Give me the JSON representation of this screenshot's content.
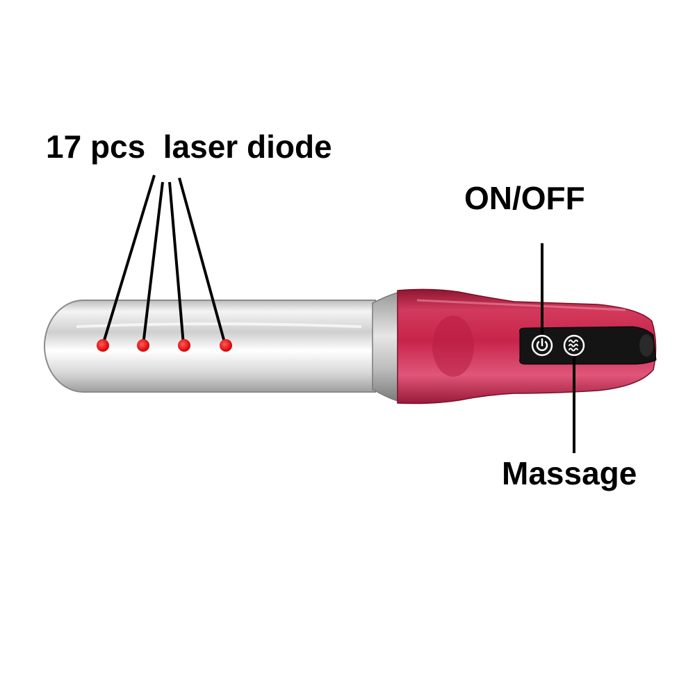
{
  "labels": {
    "laser": "17 pcs  laser diode",
    "on_off": "ON/OFF",
    "massage": "Massage"
  },
  "colors": {
    "handle": "#c8244a",
    "handle_dark": "#8e1630",
    "diode": "#e00000",
    "glass": "#d9d9d9",
    "panel": "#141414",
    "leader_line": "#000000"
  },
  "icons": {
    "power_button": "power-icon",
    "massage_button": "wave-icon"
  }
}
